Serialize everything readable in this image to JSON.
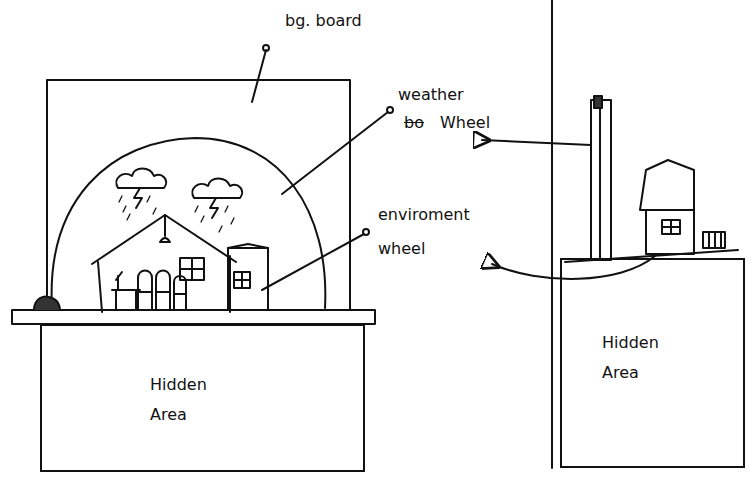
{
  "diagram": {
    "nodes": [
      {
        "text": [
          "Hidden Area"
        ]
      },
      {
        "text": [
          "Hidden Area"
        ]
      }
    ],
    "labels": [
      "bg. board",
      "weather",
      "bo",
      "Wheel",
      "enviroment wheel"
    ]
  }
}
